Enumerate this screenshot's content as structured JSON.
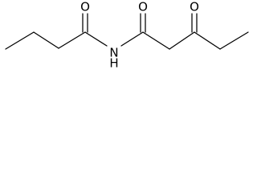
{
  "molecule": {
    "atoms": {
      "oxygen_left": "O",
      "oxygen_middle": "O",
      "oxygen_right": "O",
      "nitrogen": "N",
      "amide_hydrogen": "H"
    },
    "colors": {
      "bond": "#000000",
      "label": "#000000",
      "background": "#ffffff"
    }
  }
}
